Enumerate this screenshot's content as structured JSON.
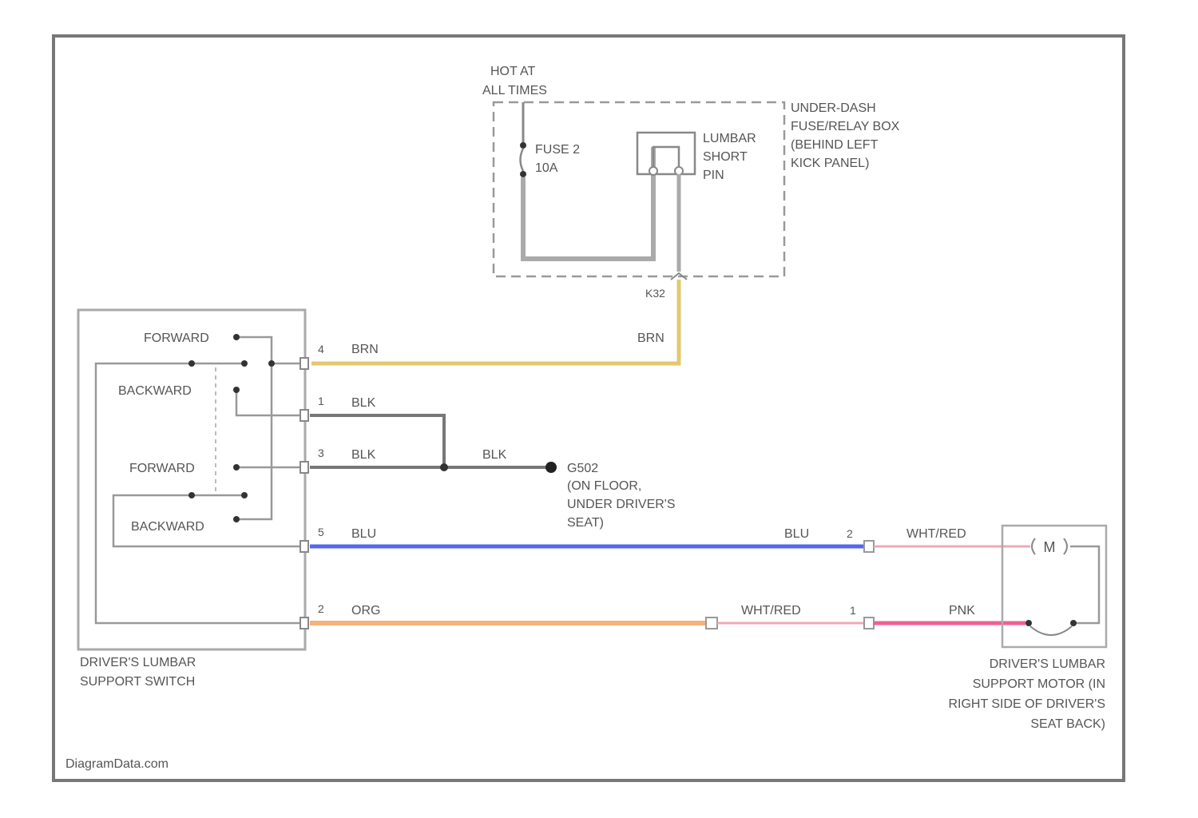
{
  "colors": {
    "frame": "#777777",
    "wire_brn": "#e3c870",
    "wire_blk": "#777777",
    "wire_blu": "#5566ee",
    "wire_org": "#f3b37a",
    "wire_wht_red": "#f0a8b8",
    "wire_pnk": "#f06090",
    "dash": "#999999"
  },
  "power": {
    "hot_label_1": "HOT AT",
    "hot_label_2": "ALL TIMES",
    "fuse_label_1": "FUSE 2",
    "fuse_label_2": "10A",
    "short_pin_1": "LUMBAR",
    "short_pin_2": "SHORT",
    "short_pin_3": "PIN",
    "fuse_box_1": "UNDER-DASH",
    "fuse_box_2": "FUSE/RELAY BOX",
    "fuse_box_3": "(BEHIND LEFT",
    "fuse_box_4": "KICK PANEL)",
    "connector": "K32"
  },
  "switch": {
    "label_1": "DRIVER'S LUMBAR",
    "label_2": "SUPPORT SWITCH",
    "forward_upper": "FORWARD",
    "backward_upper": "BACKWARD",
    "forward_lower": "FORWARD",
    "backward_lower": "BACKWARD",
    "pin_4": "4",
    "pin_1": "1",
    "pin_3": "3",
    "pin_5": "5",
    "pin_2": "2"
  },
  "wires": {
    "brn_left": "BRN",
    "brn_right": "BRN",
    "blk_1": "BLK",
    "blk_3": "BLK",
    "blk_ground": "BLK",
    "blu_left": "BLU",
    "blu_right": "BLU",
    "org": "ORG",
    "wht_red_mid": "WHT/RED",
    "wht_red_motor": "WHT/RED",
    "pnk": "PNK"
  },
  "ground": {
    "id": "G502",
    "line_1": "(ON FLOOR,",
    "line_2": "UNDER DRIVER'S",
    "line_3": "SEAT)"
  },
  "motor": {
    "symbol": "M",
    "pin_2": "2",
    "pin_1": "1",
    "label_1": "DRIVER'S LUMBAR",
    "label_2": "SUPPORT MOTOR (IN",
    "label_3": "RIGHT SIDE OF DRIVER'S",
    "label_4": "SEAT BACK)"
  },
  "watermark": "DiagramData.com"
}
